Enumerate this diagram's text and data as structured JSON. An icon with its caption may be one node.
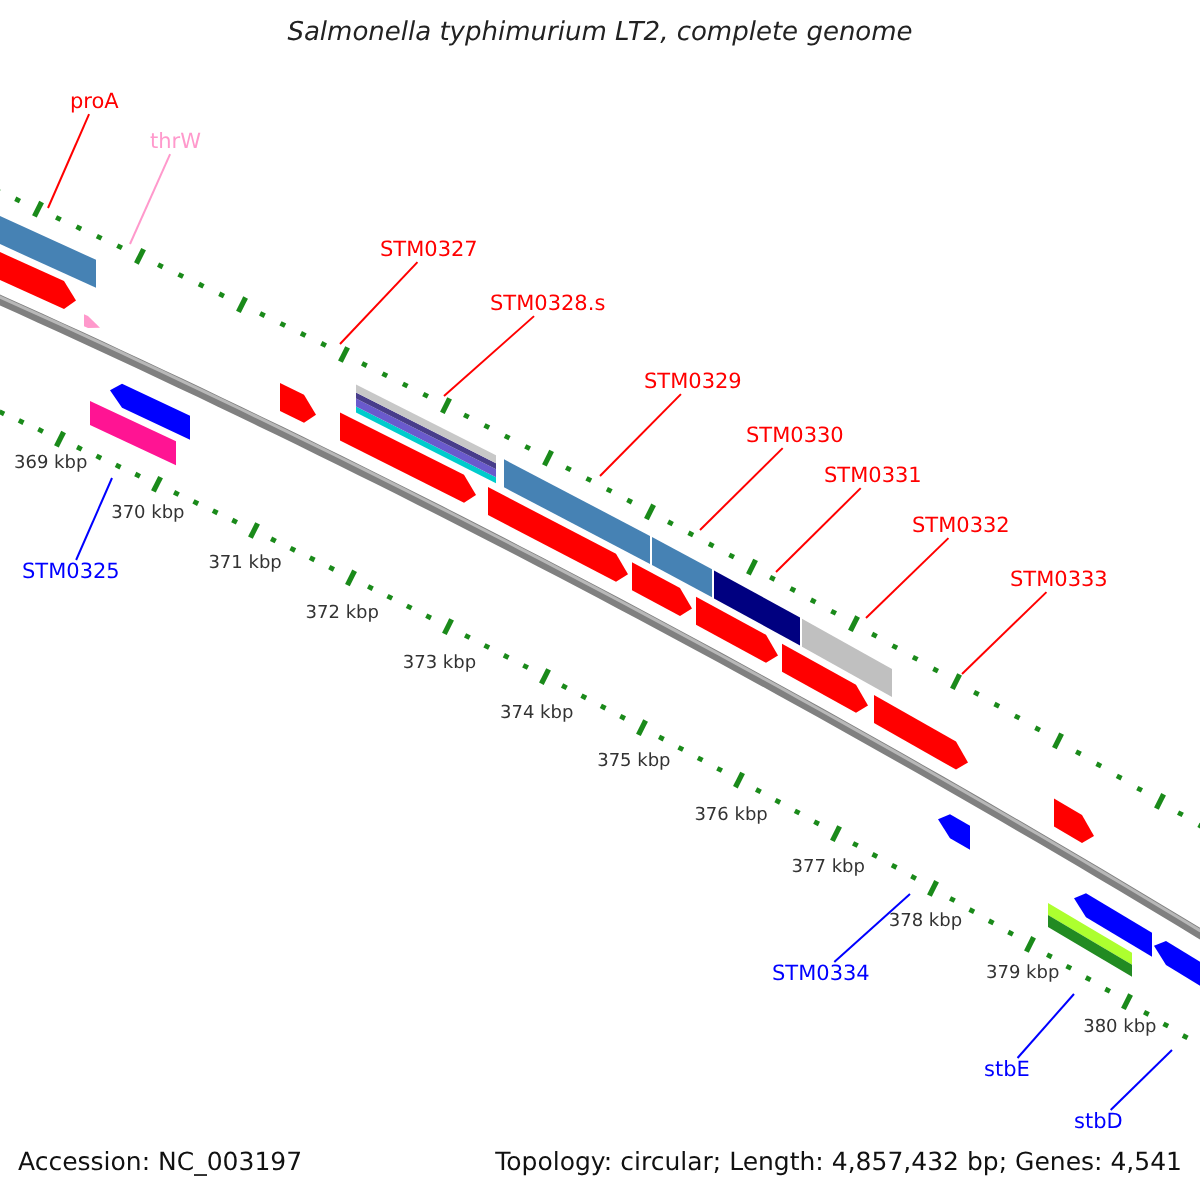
{
  "diagram": {
    "title": "Salmonella typhimurium LT2, complete genome",
    "nodes": [
      {
        "text": [
          "proA"
        ]
      },
      {
        "text": [
          "thrW"
        ]
      },
      {
        "text": [
          "STM0327"
        ]
      },
      {
        "text": [
          "STM0328.s"
        ]
      },
      {
        "text": [
          "STM0329"
        ]
      },
      {
        "text": [
          "STM0330"
        ]
      },
      {
        "text": [
          "STM0331"
        ]
      },
      {
        "text": [
          "STM0332"
        ]
      },
      {
        "text": [
          "STM0333"
        ]
      },
      {
        "text": [
          "STM0325"
        ]
      },
      {
        "text": [
          "STM0334"
        ]
      },
      {
        "text": [
          "stbE"
        ]
      },
      {
        "text": [
          "stbD"
        ]
      }
    ],
    "edges": [
      {
        "from": 0,
        "to": null,
        "arrow": "none"
      },
      {
        "from": 1,
        "to": null,
        "arrow": "none",
        "color": "#ff99cc"
      },
      {
        "from": 2,
        "to": null,
        "arrow": "none"
      },
      {
        "from": 3,
        "to": null,
        "arrow": "none"
      },
      {
        "from": 4,
        "to": null,
        "arrow": "none"
      },
      {
        "from": 5,
        "to": null,
        "arrow": "none"
      },
      {
        "from": 6,
        "to": null,
        "arrow": "none"
      },
      {
        "from": 7,
        "to": null,
        "arrow": "none"
      },
      {
        "from": 8,
        "to": null,
        "arrow": "none"
      },
      {
        "from": 9,
        "to": null,
        "arrow": "none",
        "color": "#0000ff"
      },
      {
        "from": 10,
        "to": null,
        "arrow": "none",
        "color": "#0000ff"
      },
      {
        "from": 11,
        "to": null,
        "arrow": "none",
        "color": "#0000ff"
      },
      {
        "from": 12,
        "to": null,
        "arrow": "none",
        "color": "#0000ff"
      }
    ],
    "labels": [
      "369 kbp",
      "370 kbp",
      "371 kbp",
      "372 kbp",
      "373 kbp",
      "374 kbp",
      "375 kbp",
      "376 kbp",
      "377 kbp",
      "378 kbp",
      "379 kbp",
      "380 kbp",
      "Accession: NC_003197",
      "Topology: circular; Length: 4,857,432 bp; Genes: 4,541"
    ]
  }
}
